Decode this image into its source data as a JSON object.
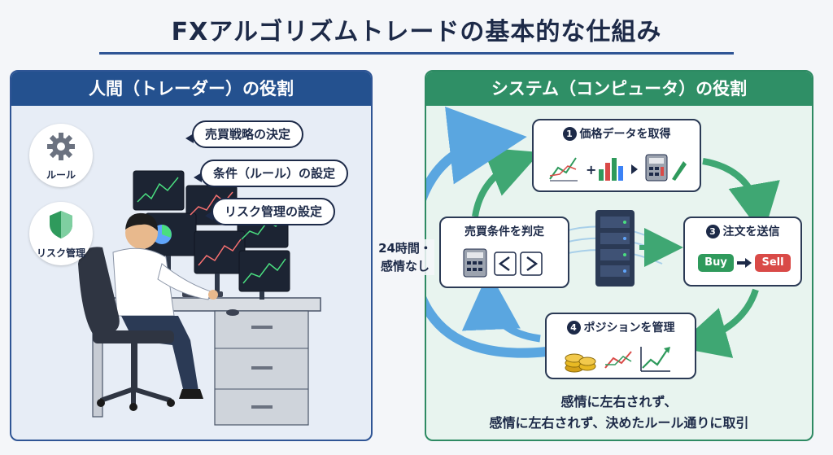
{
  "title": "FXアルゴリズムトレードの基本的な仕組み",
  "left": {
    "header": "人間（トレーダー）の役割",
    "badges": [
      {
        "label": "ルール",
        "icon": "gear-icon"
      },
      {
        "label": "リスク管理",
        "icon": "shield-icon"
      }
    ],
    "bubbles": [
      "売買戦略の決定",
      "条件（ルール）の設定",
      "リスク管理の設定"
    ]
  },
  "side_label_line1": "24時間・",
  "side_label_line2": "感情なし",
  "right": {
    "header": "システム（コンピュータ）の役割",
    "steps": {
      "step1": {
        "num": "1",
        "label": "価格データを取得"
      },
      "judge": {
        "label": "売買条件を判定"
      },
      "step3": {
        "num": "3",
        "label": "注文を送信",
        "buy": "Buy",
        "sell": "Sell"
      },
      "step4": {
        "num": "4",
        "label": "ポジションを管理"
      }
    },
    "footer_line1": "感情に左右されず、",
    "footer_line2": "感情に左右されず、決めたルール通りに取引"
  },
  "colors": {
    "blue_header": "#24518f",
    "green_header": "#2f8f66",
    "arrow_blue": "#5aa6e0",
    "arrow_green": "#3fa773",
    "buy": "#2f9a5c",
    "sell": "#d94a47"
  }
}
